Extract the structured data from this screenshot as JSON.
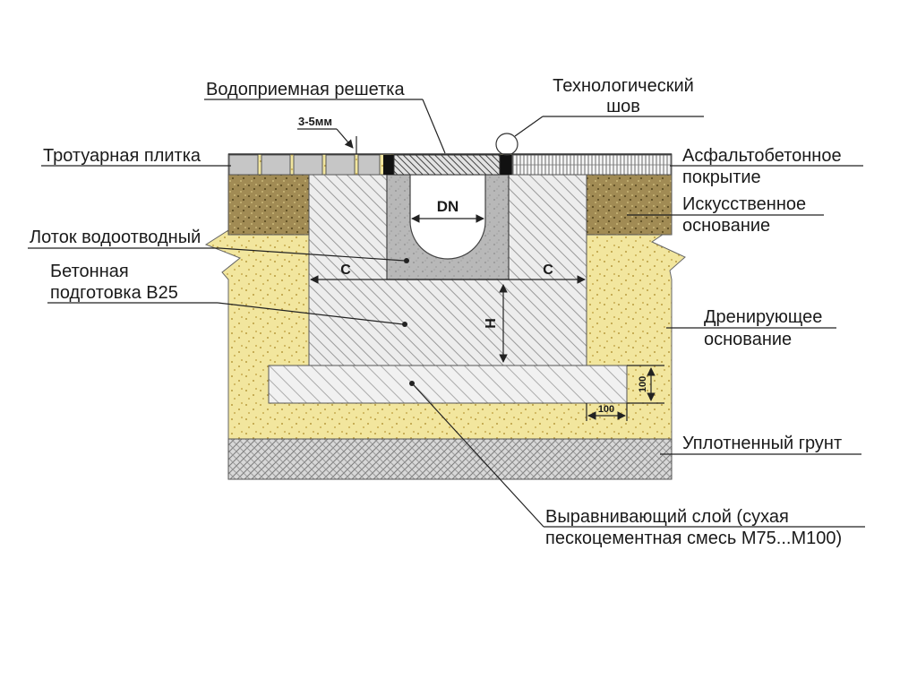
{
  "diagram": {
    "labels": {
      "grate": "Водоприемная решетка",
      "tech_seam_line1": "Технологический",
      "tech_seam_line2": "шов",
      "paving": "Тротуарная плитка",
      "asphalt_line1": "Асфальтобетонное",
      "asphalt_line2": "покрытие",
      "artificial_base_line1": "Искусственное",
      "artificial_base_line2": "основание",
      "channel": "Лоток водоотводный",
      "concrete_line1": "Бетонная",
      "concrete_line2": "подготовка В25",
      "drainage_line1": "Дренирующее",
      "drainage_line2": "основание",
      "compacted_soil": "Уплотненный  грунт",
      "leveling_line1": "Выравнивающий слой (сухая",
      "leveling_line2": "пескоцементная смесь М75...М100)"
    },
    "dimensions": {
      "joint_gap": "3-5мм",
      "dn": "DN",
      "c_left": "С",
      "c_right": "С",
      "h": "Н",
      "d100_vertical": "100",
      "d100_horizontal": "100"
    },
    "colors": {
      "sand_fill": "#F2E69E",
      "sand_dot": "#B89B3E",
      "artificial_base_fill": "#A18B54",
      "concrete_fill": "#EDEDED",
      "leveling_fill": "#F1F1F1",
      "channel_fill": "#B8B8B8",
      "paving_tile_fill": "#C6C6C6",
      "soil_fill": "#D8D8D8",
      "line_color": "#222222"
    }
  }
}
